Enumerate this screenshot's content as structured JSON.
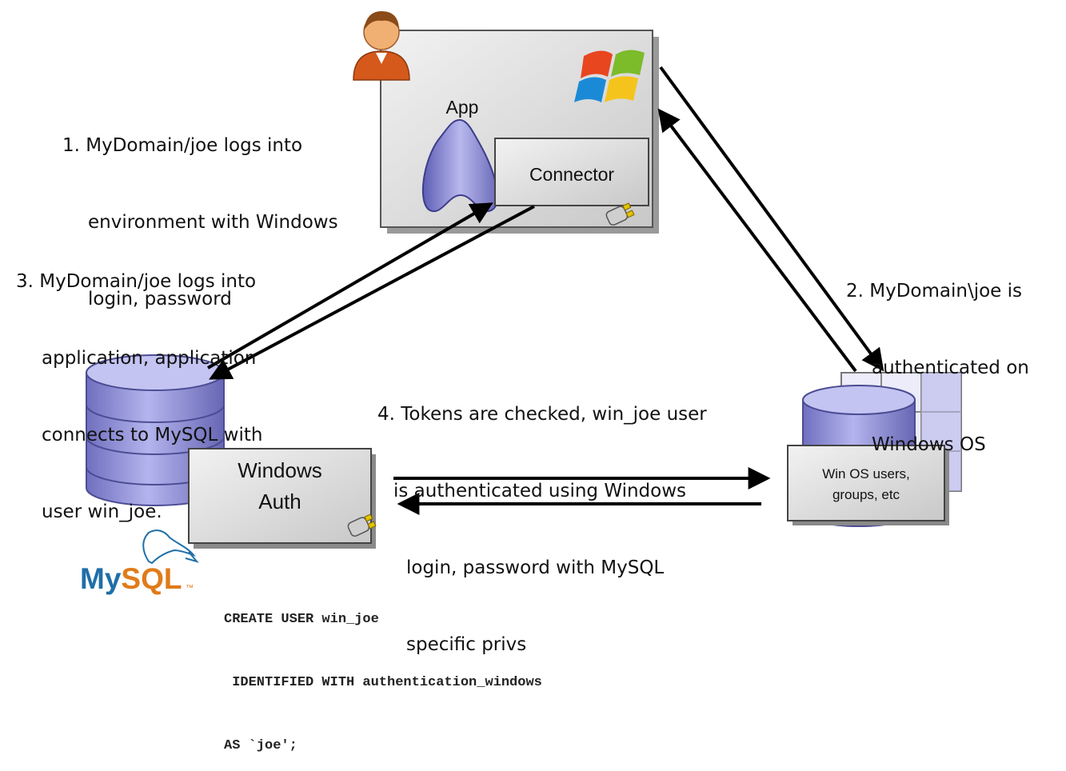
{
  "app": {
    "app_label": "App",
    "connector_label": "Connector"
  },
  "server": {
    "auth_line1": "Windows",
    "auth_line2": "Auth",
    "logo_text": "MySQL",
    "logo_tm": "™"
  },
  "directory": {
    "line1": "Win OS users,",
    "line2": "groups, etc"
  },
  "steps": {
    "step1": [
      "1. MyDomain/joe logs into",
      "environment with Windows",
      "login, password"
    ],
    "step2": [
      "2. MyDomain\\joe is",
      "authenticated on",
      "Windows OS"
    ],
    "step3": [
      "3. MyDomain/joe logs into",
      "application, application",
      "connects to MySQL with",
      "user win_joe."
    ],
    "step4": [
      "4. Tokens are checked, win_joe user",
      "is authenticated using Windows",
      "login, password with MySQL",
      "specific privs"
    ]
  },
  "code": {
    "line1": "CREATE USER win_joe",
    "line2": " IDENTIFIED WITH authentication_windows",
    "line3": "AS `joe';"
  },
  "colors": {
    "box_fill": "#dcdcdc",
    "db_fill": "#8e8ed0",
    "logo_blue": "#1f6fa8",
    "logo_orange": "#e07b1a"
  }
}
